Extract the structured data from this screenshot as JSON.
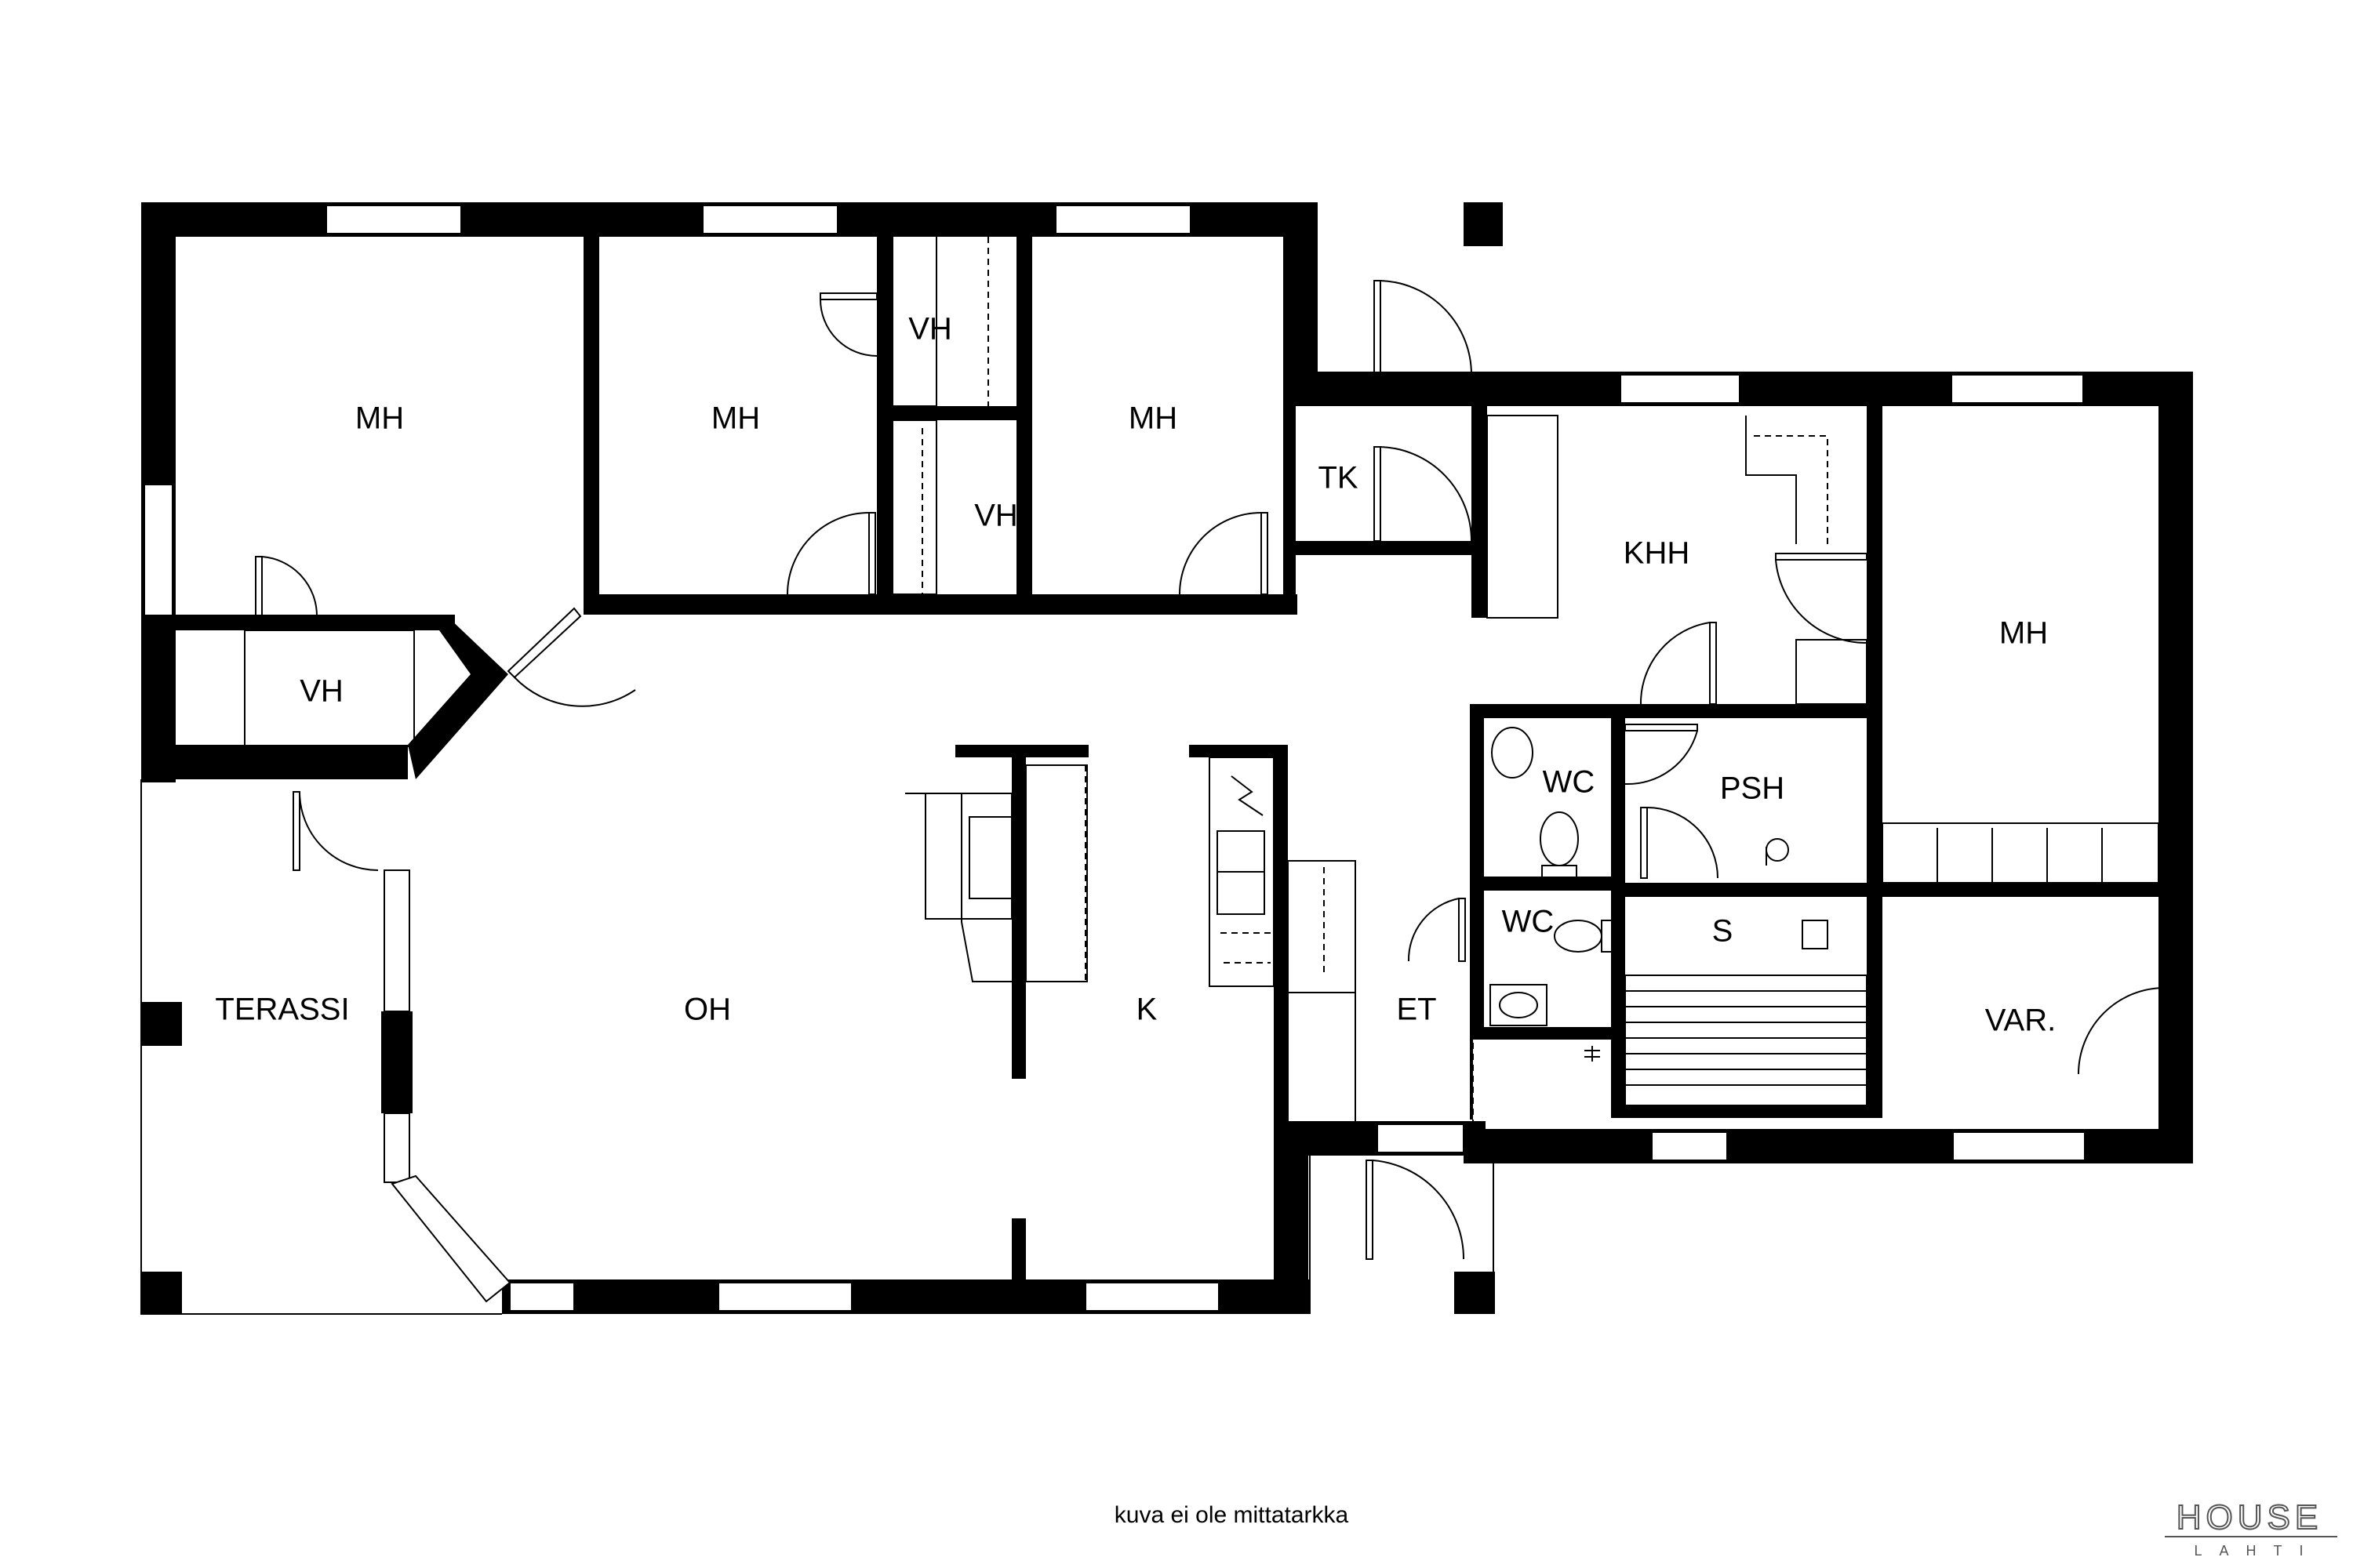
{
  "rooms": {
    "mh1": "MH",
    "mh2": "MH",
    "mh3": "MH",
    "mh4": "MH",
    "vh1": "VH",
    "vh2": "VH",
    "vh3": "VH",
    "tk": "TK",
    "khh": "KHH",
    "wc1": "WC",
    "wc2": "WC",
    "psh": "PSH",
    "s": "S",
    "terassi": "TERASSI",
    "oh": "OH",
    "k": "K",
    "et": "ET",
    "var": "VAR."
  },
  "footer": {
    "note": "kuva ei ole mittatarkka"
  },
  "logo": {
    "main": "HOUSE",
    "sub": "LAHTI"
  }
}
